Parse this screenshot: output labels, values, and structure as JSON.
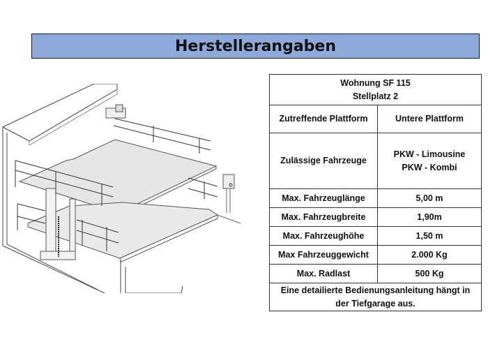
{
  "title": "Herstellerangaben",
  "colors": {
    "banner": "#8eaadb"
  },
  "illustration": "parking-lift-drawing",
  "table": {
    "header_line1": "Wohnung SF 115",
    "header_line2": "Stellplatz 2",
    "rows": [
      {
        "label": "Zutreffende Plattform",
        "value": "Untere Plattform"
      },
      {
        "label": "Zulässige Fahrzeuge",
        "value": "PKW - Limousine",
        "value2": "PKW - Kombi"
      },
      {
        "label": "Max. Fahrzeuglänge",
        "value": "5,00 m"
      },
      {
        "label": "Max. Fahrzeugbreite",
        "value": "1,90m"
      },
      {
        "label": "Max. Fahrzeughöhe",
        "value": "1,50 m"
      },
      {
        "label": "Max Fahrzeuggewicht",
        "value": "2.000 Kg"
      },
      {
        "label": "Max. Radlast",
        "value": "500 Kg"
      }
    ],
    "footer_line1": "Eine detailierte Bedienungsanleitung hängt in",
    "footer_line2": "der Tiefgarage aus."
  }
}
